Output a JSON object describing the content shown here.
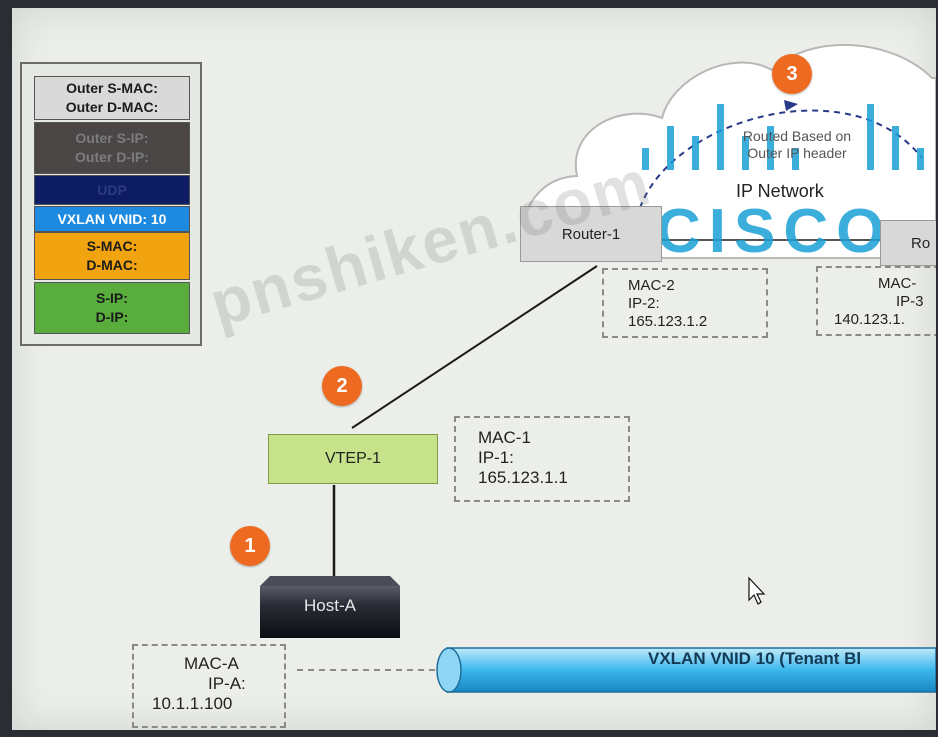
{
  "legend": {
    "rows": [
      {
        "text": "Outer S-MAC:\nOuter D-MAC:",
        "bg": "#d9d9d9",
        "fg": "#1a1a1a"
      },
      {
        "text": "Outer S-IP:\nOuter D-IP:",
        "bg": "#4a4646",
        "fg": "#7c7c7c"
      },
      {
        "text": "UDP",
        "bg": "#0e1c63",
        "fg": "#2c3a80"
      },
      {
        "text": "VXLAN VNID: 10",
        "bg": "#1d8ae0",
        "fg": "#ffffff"
      },
      {
        "text": "S-MAC:\nD-MAC:",
        "bg": "#f1a40f",
        "fg": "#1a1a1a"
      },
      {
        "text": "S-IP:\nD-IP:",
        "bg": "#58ad3c",
        "fg": "#1a1a1a"
      }
    ]
  },
  "cloud": {
    "label": "IP Network",
    "annotation": "Routed Based on\nOuter IP header"
  },
  "router1": {
    "label": "Router-1",
    "mac": "MAC-2",
    "ip": "IP-2:",
    "addr": "165.123.1.2"
  },
  "router3": {
    "label": "Ro",
    "mac": "MAC-",
    "ip": "IP-3",
    "addr": "140.123.1."
  },
  "vtep1": {
    "label": "VTEP-1",
    "mac": "MAC-1",
    "ip": "IP-1:",
    "addr": "165.123.1.1"
  },
  "hostA": {
    "label": "Host-A",
    "mac": "MAC-A",
    "ip": "IP-A:",
    "addr": "10.1.1.100"
  },
  "tunnel": {
    "label": "VXLAN VNID 10 (Tenant Bl"
  },
  "badges": {
    "one": "1",
    "two": "2",
    "three": "3"
  },
  "logo": {
    "text": "CISCO",
    "name": "cisco-logo"
  },
  "watermark": {
    "text": "pnshiken.com"
  },
  "colors": {
    "badge": "#ef6a21",
    "vtep": "#c6e28b",
    "router": "#d8d8d8",
    "cisco": "#1ba0d7",
    "tunnel": "#4fc1ef"
  }
}
